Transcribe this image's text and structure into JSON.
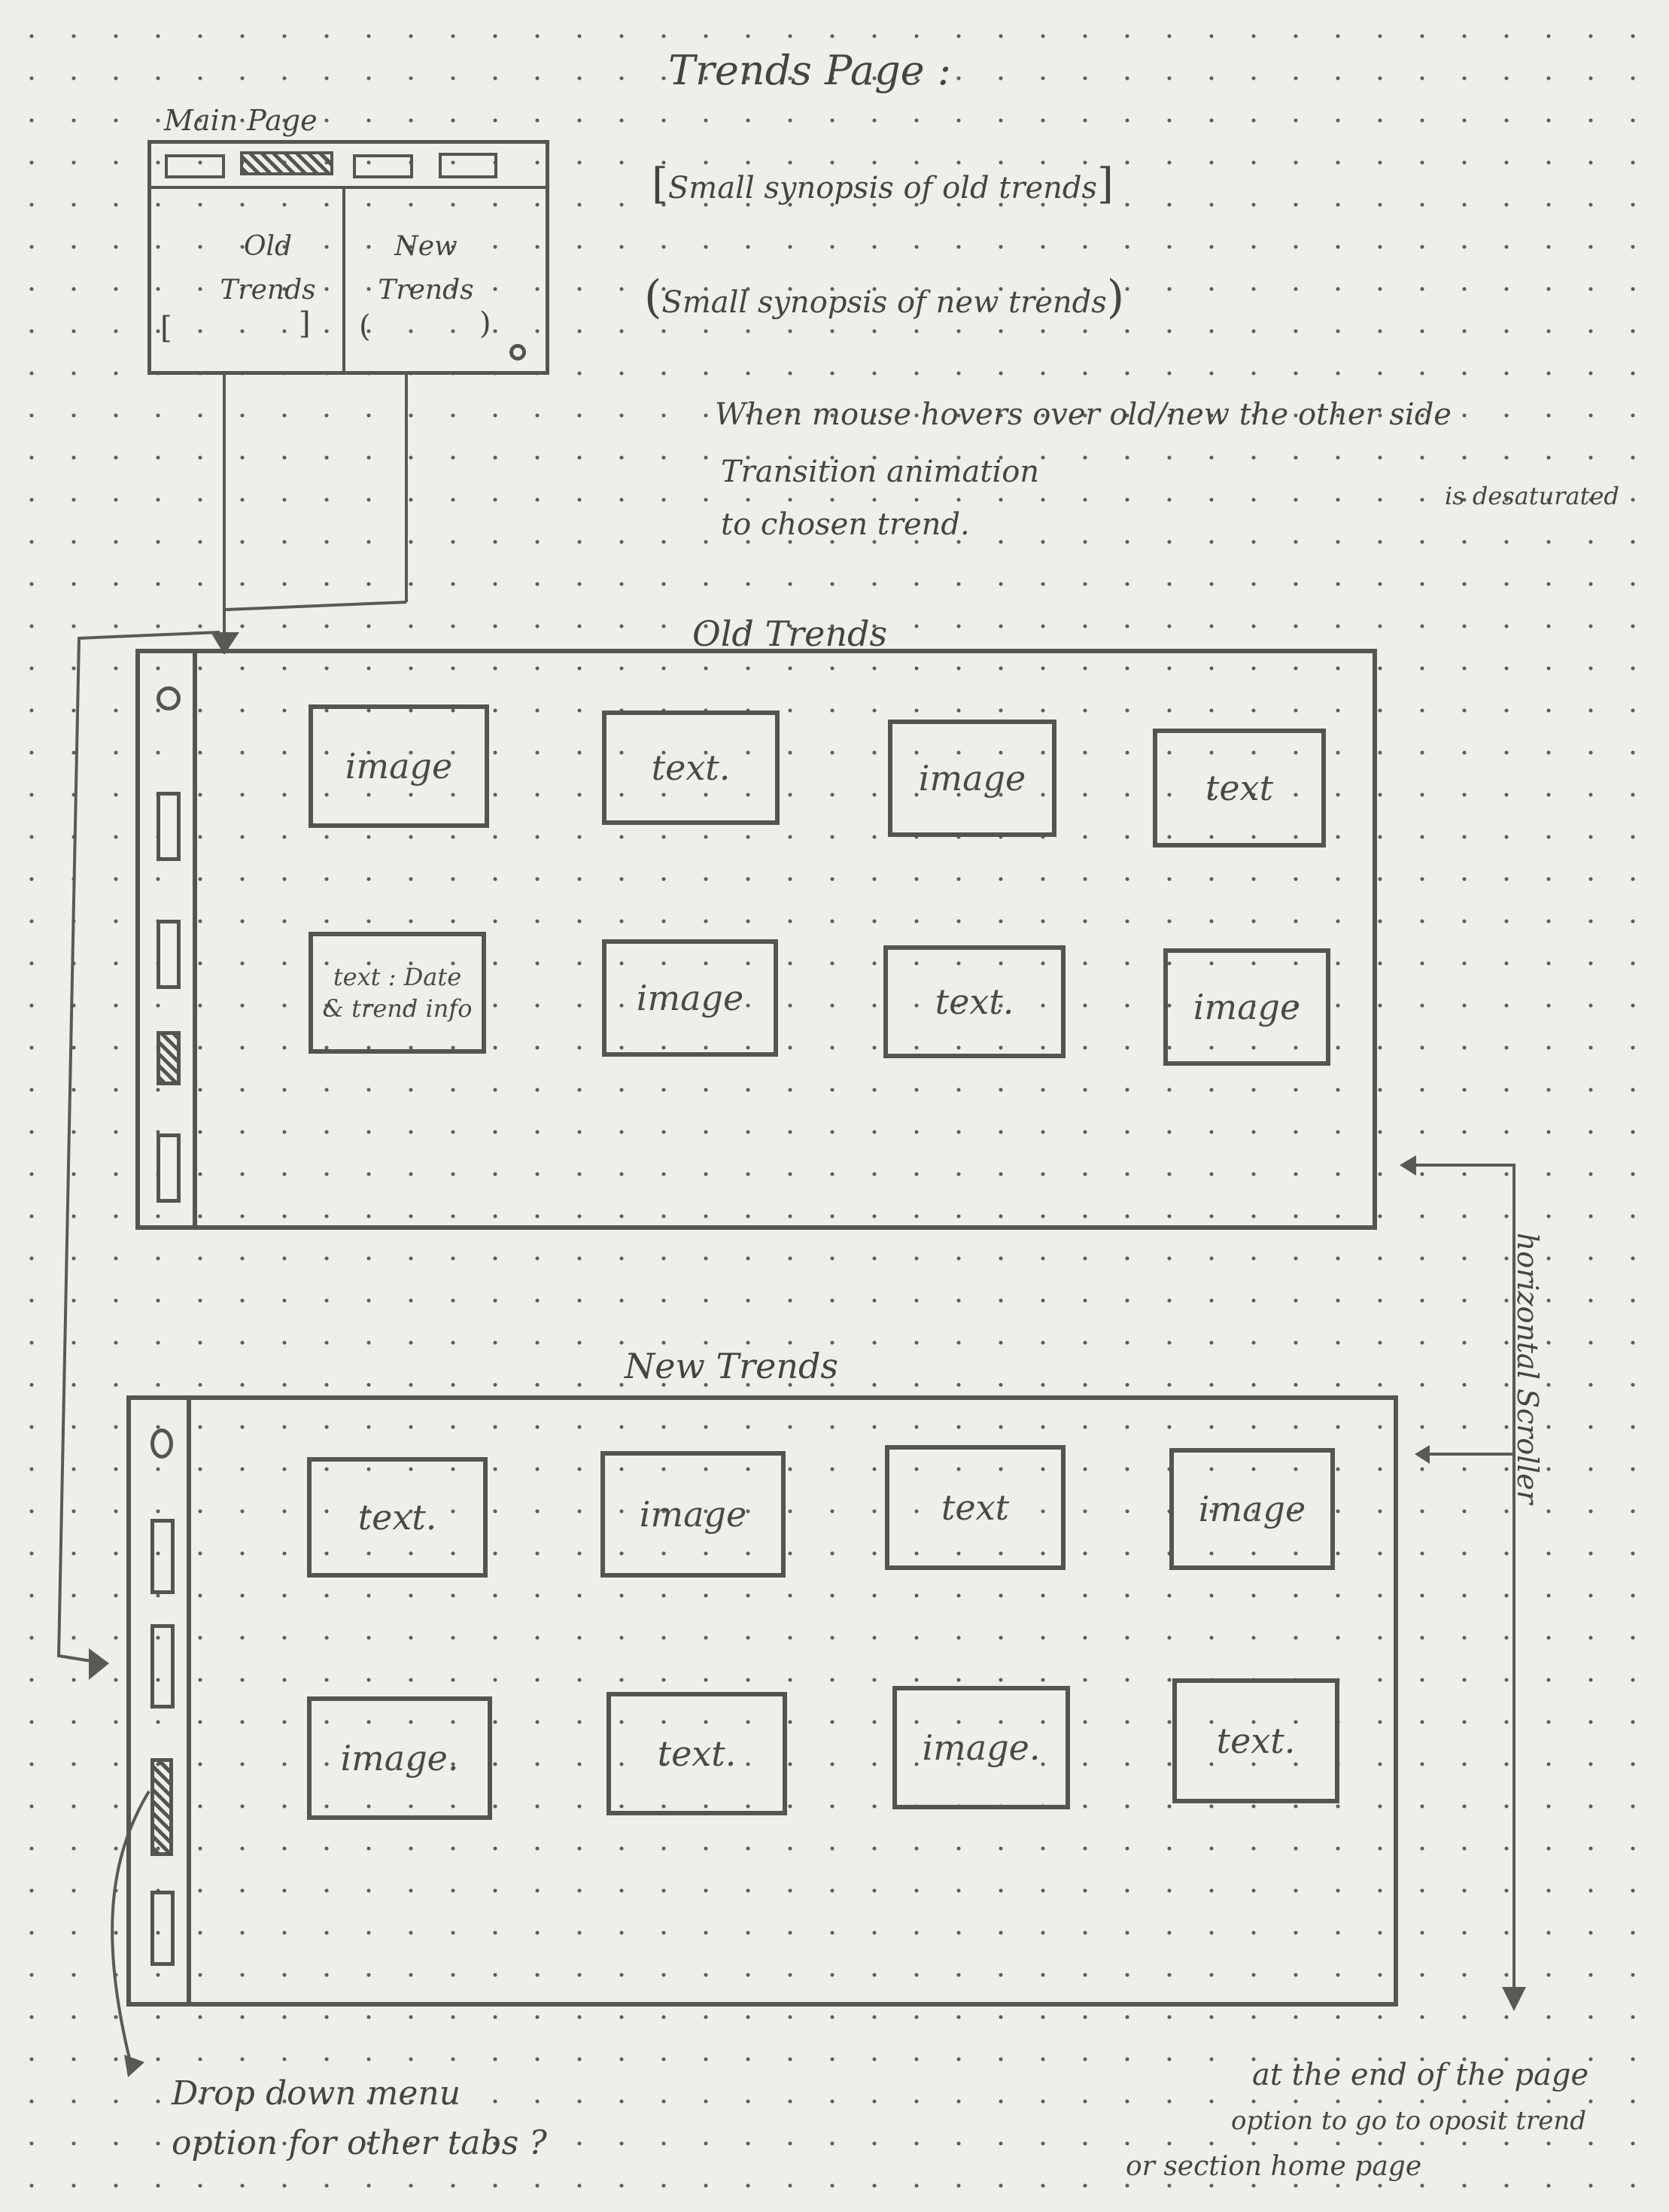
{
  "sketch": {
    "main_page_label": "Main Page",
    "main_page": {
      "left_pane": "Old Trends",
      "right_pane": "New Trends"
    },
    "trends_page_title": "Trends Page :",
    "notes": {
      "old_synopsis": "Small synopsis of old trends",
      "new_synopsis": "Small synopsis of new trends",
      "hover_line1": "When mouse hovers over old/new the other side",
      "hover_line1b": "is desaturated",
      "hover_line2": "Transition animation",
      "hover_line3": "to chosen trend."
    },
    "old_trends": {
      "title": "Old Trends",
      "cards": [
        "image",
        "text.",
        "image",
        "text",
        "text : Date & trend info",
        "image",
        "text.",
        "image"
      ]
    },
    "new_trends": {
      "title": "New Trends",
      "cards": [
        "text.",
        "image",
        "text",
        "image",
        "image.",
        "text.",
        "image.",
        "text."
      ]
    },
    "annotations": {
      "scroller": "horizontal Scroller",
      "dropdown_line1": "Drop down menu",
      "dropdown_line2": "option for other tabs ?",
      "end_line1": "at the end of the page",
      "end_line2": "option to go to oposit trend",
      "end_line3": "or section home page"
    }
  }
}
